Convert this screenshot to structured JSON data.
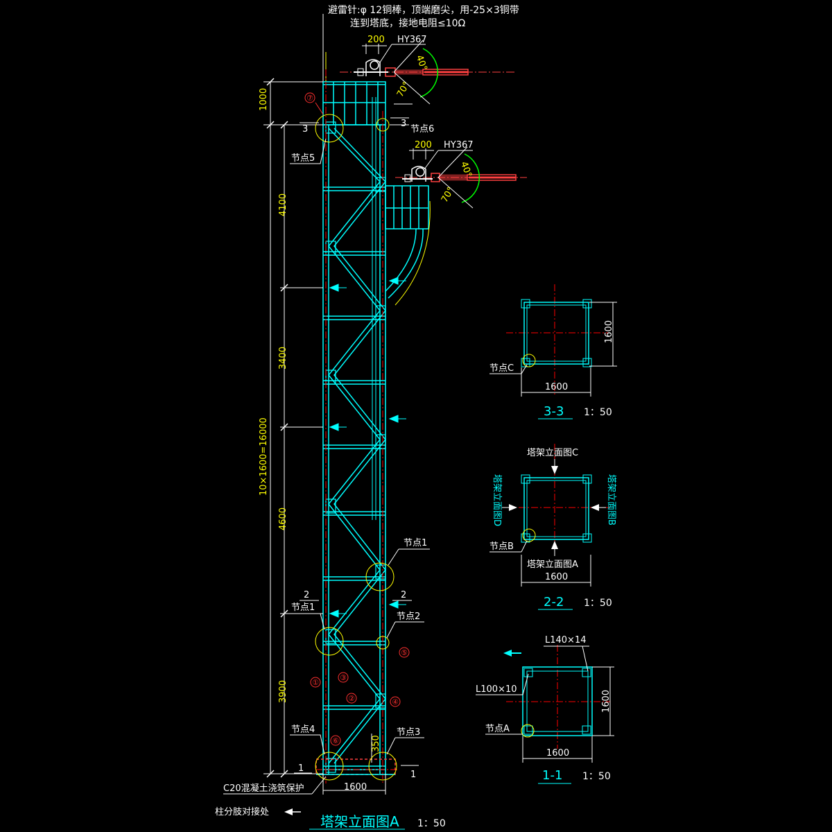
{
  "colors": {
    "background": "#000000",
    "structure": "#00ffff",
    "dimension": "#ffff00",
    "leader": "#ffffff",
    "centerline": "#ff0000",
    "arc": "#00ff00",
    "marker": "#ff3030",
    "node_circle": "#ffff00",
    "title": "#00ffff",
    "antenna": "#ff4040"
  },
  "notes": {
    "line1": "避雷针:φ    12铜棒，顶端磨尖，用-25×3铜带",
    "line2": "连到塔底，接地电阻≤10Ω"
  },
  "antenna_top": {
    "dim": "200",
    "model": "HY367",
    "angle1": "40°",
    "angle2": "70°"
  },
  "antenna_mid": {
    "dim": "200",
    "model": "HY367",
    "angle1": "40°",
    "angle2": "70°"
  },
  "dimensions": {
    "d1000": "1000",
    "d4100": "4100",
    "d3400": "3400",
    "total": "10×1600=16000",
    "d4600": "4600",
    "d3900": "3900",
    "d350": "350",
    "base_width": "1600"
  },
  "nodes": {
    "n5": "节点5",
    "n6": "节点6",
    "n1_right": "节点1",
    "n1_left": "节点1",
    "n2": "节点2",
    "n3": "节点3",
    "n4": "节点4"
  },
  "markers": [
    "①",
    "②",
    "③",
    "④",
    "⑤",
    "⑥",
    "⑦"
  ],
  "section_tags": {
    "s3": "3",
    "s2": "2",
    "s1": "1"
  },
  "base_note": "C20混凝土浇筑保护",
  "bottom_note": "柱分肢对接处",
  "main_title": "塔架立面图A",
  "main_scale": "1：50",
  "section_33": {
    "node": "节点C",
    "width": "1600",
    "height": "1600",
    "title": "3-3",
    "scale": "1：50"
  },
  "section_22": {
    "top": "塔架立面图C",
    "left": "塔架立面图D",
    "right": "塔架立面图B",
    "bottom": "塔架立面图A",
    "node": "节点B",
    "width": "1600",
    "title": "2-2",
    "scale": "1：50"
  },
  "section_11": {
    "angle_big": "L140×14",
    "angle_small": "L100×10",
    "node": "节点A",
    "width": "1600",
    "height": "1600",
    "title": "1-1",
    "scale": "1：50"
  }
}
